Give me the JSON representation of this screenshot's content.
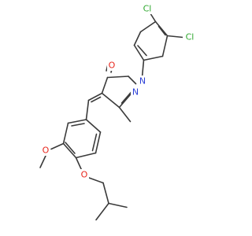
{
  "molecule": {
    "atoms": {
      "cl_top": {
        "text": "Cl",
        "color": "#2fa82f"
      },
      "cl_right": {
        "text": "Cl",
        "color": "#2fa82f"
      },
      "o_carbonyl": {
        "text": "O",
        "color": "#e8261c"
      },
      "n1": {
        "text": "N",
        "color": "#2b3fd6"
      },
      "n2": {
        "text": "N",
        "color": "#2b3fd6"
      },
      "o_methoxy": {
        "text": "O",
        "color": "#e8261c"
      },
      "o_ether": {
        "text": "O",
        "color": "#e8261c"
      }
    },
    "bond_color": "#3a3a3a"
  }
}
